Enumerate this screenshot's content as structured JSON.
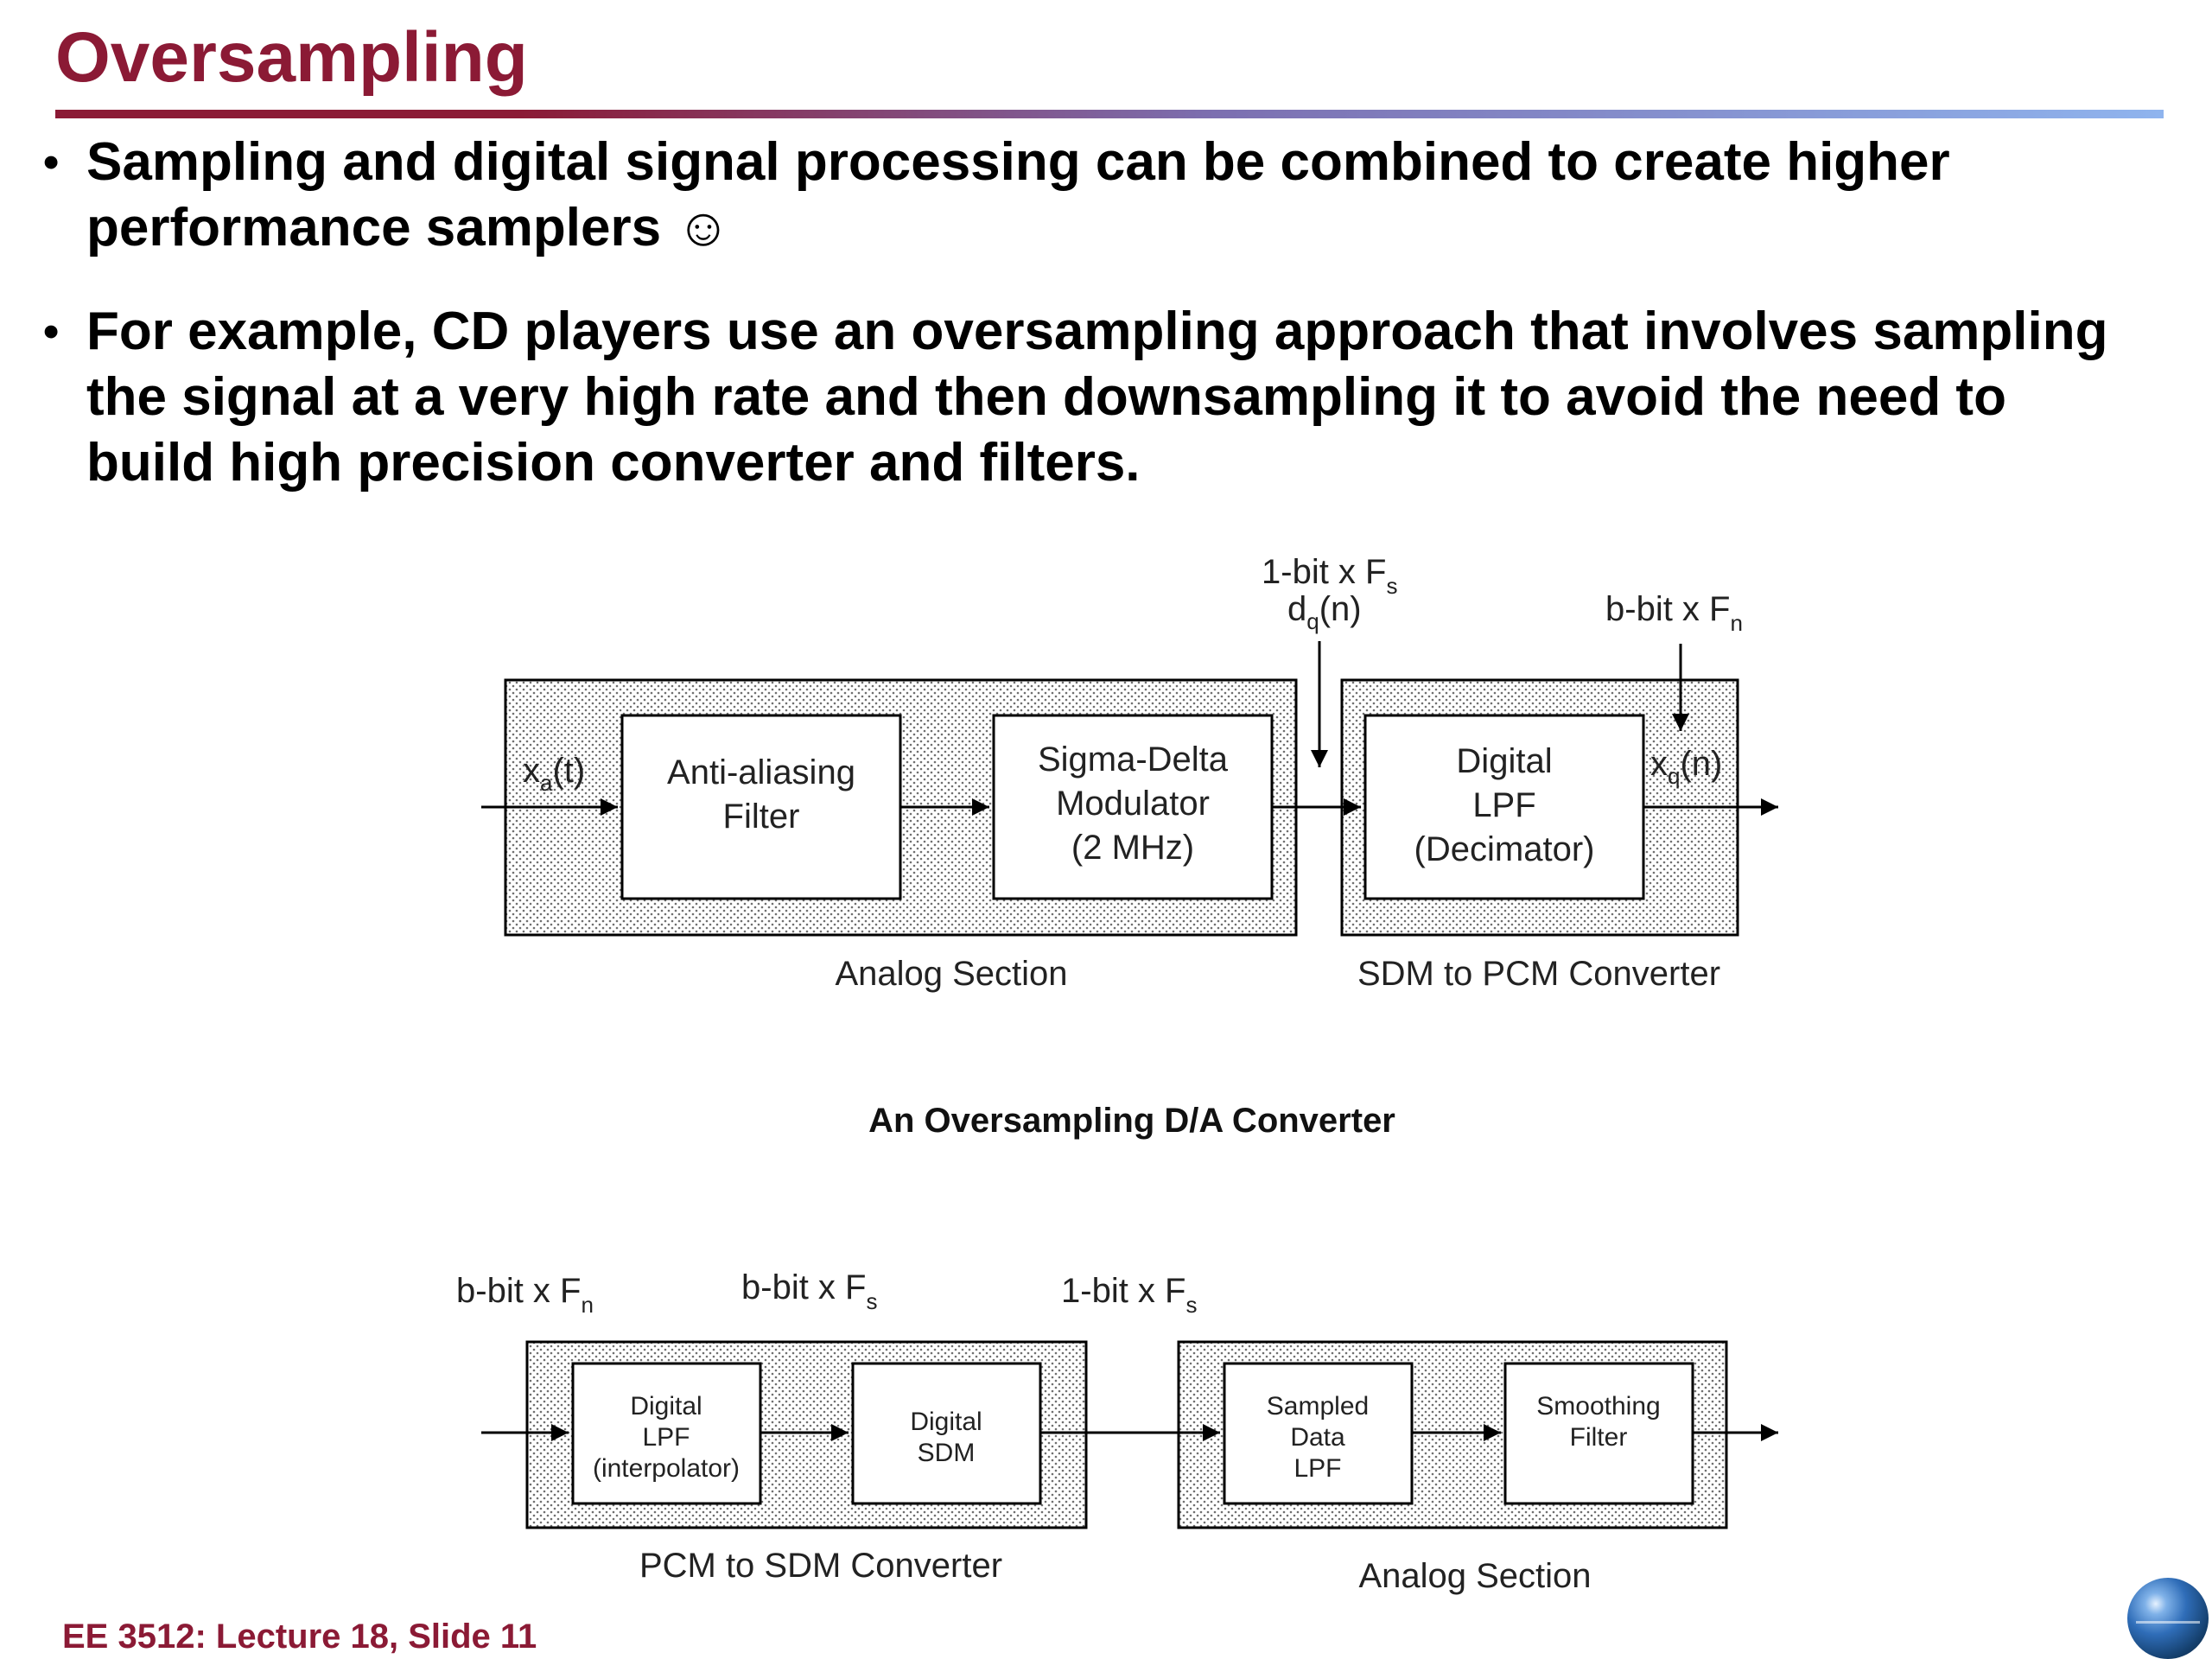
{
  "slide": {
    "title": "Oversampling",
    "bullets": [
      "Sampling and digital signal processing can be combined to create higher performance samplers ☺",
      "For example, CD players use an oversampling approach that involves sampling the signal at a very high rate and then downsampling it to avoid the need to build high precision converter and filters."
    ],
    "footer": "EE 3512: Lecture 18, Slide 11",
    "logo_icon": "globe-icon"
  },
  "colors": {
    "title": "#8b1a35",
    "rule_gradient": [
      "#8b1a35",
      "#7c6fb0",
      "#8fb4ee"
    ]
  },
  "diagram1": {
    "top_left_label": "1-bit x F",
    "top_left_sub": "s",
    "dq_label": "d",
    "dq_sub": "q",
    "dq_suffix": "(n)",
    "top_right_label": "b-bit x F",
    "top_right_sub": "n",
    "input_label": "x",
    "input_sub": "a",
    "input_suffix": "(t)",
    "output_label": "x",
    "output_sub": "q",
    "output_suffix": "(n)",
    "block1": [
      "Anti-aliasing",
      "Filter"
    ],
    "block2": [
      "Sigma-Delta",
      "Modulator",
      "(2 MHz)"
    ],
    "block3": [
      "Digital",
      "LPF",
      "(Decimator)"
    ],
    "section_left": "Analog Section",
    "section_right": "SDM to PCM Converter",
    "caption": "An Oversampling D/A Converter"
  },
  "diagram2": {
    "label1": "b-bit x F",
    "label1_sub": "n",
    "label2": "b-bit x F",
    "label2_sub": "s",
    "label3": "1-bit x F",
    "label3_sub": "s",
    "block1": [
      "Digital",
      "LPF",
      "(interpolator)"
    ],
    "block2": [
      "Digital",
      "SDM"
    ],
    "block3": [
      "Sampled",
      "Data",
      "LPF"
    ],
    "block4": [
      "Smoothing",
      "Filter"
    ],
    "section_left": "PCM to SDM Converter",
    "section_right": "Analog Section"
  }
}
